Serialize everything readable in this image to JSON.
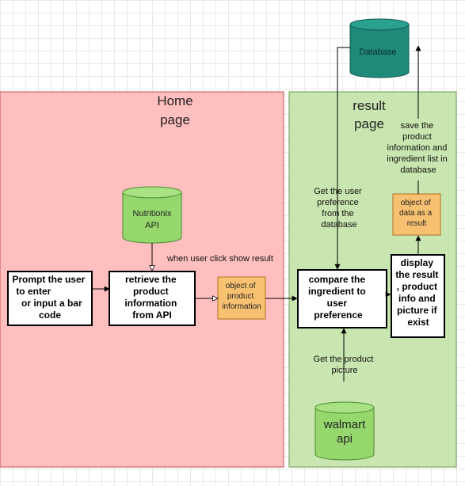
{
  "regions": {
    "home": {
      "title_line1": "Home",
      "title_line2": "page"
    },
    "result": {
      "title_line1": "result",
      "title_line2": "page"
    }
  },
  "databases": {
    "database": {
      "label": "Database"
    },
    "nutritionix": {
      "line1": "Nutritionix",
      "line2": "API"
    },
    "walmart": {
      "line1": "walmart",
      "line2": "api"
    }
  },
  "processes": {
    "prompt": {
      "line1": "Prompt the user",
      "line2": "to enter",
      "line3": "or input a bar",
      "line4": "code"
    },
    "retrieve": {
      "line1": "retrieve the",
      "line2": "product",
      "line3": "information",
      "line4": "from API"
    },
    "compare": {
      "line1": "compare the",
      "line2": "ingredient to",
      "line3": "user",
      "line4": "preference"
    },
    "display": {
      "line1": "display",
      "line2": "the result",
      "line3": ", product",
      "line4": "info and",
      "line5": "picture if",
      "line6": "exist"
    }
  },
  "data_objects": {
    "product_info": {
      "line1": "object of",
      "line2": "product",
      "line3": "information"
    },
    "result_obj": {
      "line1": "object of",
      "line2": "data as a",
      "line3": "result"
    }
  },
  "annotations": {
    "show_result": "when user click show result",
    "get_pref": {
      "line1": "Get the user",
      "line2": "preference",
      "line3": "from the",
      "line4": "database"
    },
    "save_info": {
      "line1": "save the",
      "line2": "product",
      "line3": "information and",
      "line4": "ingredient list in",
      "line5": "database"
    },
    "get_picture": {
      "line1": "Get the product",
      "line2": "picture"
    }
  },
  "colors": {
    "home_fill": "#ffbfbf",
    "result_fill": "#c9e6b0",
    "db_teal": "#1f8a7a",
    "db_green": "#96d86e",
    "object_orange": "#f8c171"
  }
}
